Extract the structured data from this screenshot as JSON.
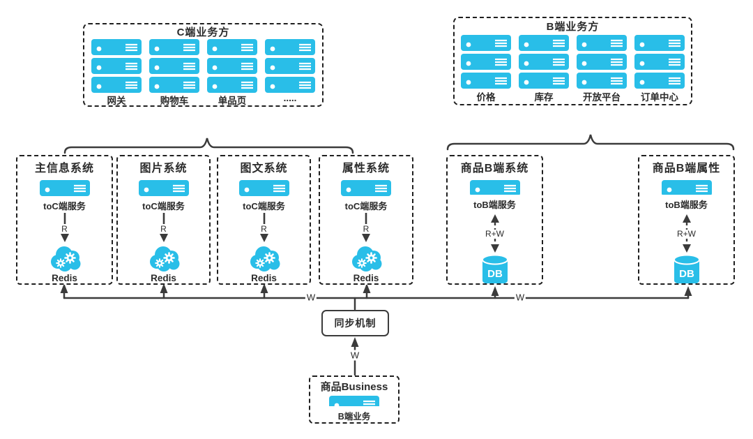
{
  "top_groups": {
    "c_side": {
      "title": "C端业务方",
      "columns": [
        "网关",
        "购物车",
        "单品页",
        "....."
      ]
    },
    "b_side": {
      "title": "B端业务方",
      "columns": [
        "价格",
        "库存",
        "开放平台",
        "订单中心"
      ]
    }
  },
  "systems": [
    {
      "title": "主信息系统",
      "service": "toC端服务",
      "arrow_label": "R",
      "store": "Redis"
    },
    {
      "title": "图片系统",
      "service": "toC端服务",
      "arrow_label": "R",
      "store": "Redis"
    },
    {
      "title": "图文系统",
      "service": "toC端服务",
      "arrow_label": "R",
      "store": "Redis"
    },
    {
      "title": "属性系统",
      "service": "toC端服务",
      "arrow_label": "R",
      "store": "Redis"
    },
    {
      "title": "商品B端系统",
      "service": "toB端服务",
      "arrow_label": "R+W",
      "store": "DB"
    },
    {
      "title": "商品B端属性",
      "service": "toB端服务",
      "arrow_label": "R+W",
      "store": "DB"
    }
  ],
  "sync_box": {
    "label": "同步机制"
  },
  "business_box": {
    "title": "商品Business",
    "label": "B端业务"
  },
  "write_labels": {
    "left": "W",
    "right": "W",
    "sync": "W"
  },
  "colors": {
    "accent": "#29BEE8",
    "line": "#3B3B3B",
    "border": "#1F1F1F",
    "text": "#2B2B2B"
  },
  "icons": {
    "server": "server-icon",
    "redis": "cloud-gears-icon",
    "db": "database-cylinder-icon"
  }
}
